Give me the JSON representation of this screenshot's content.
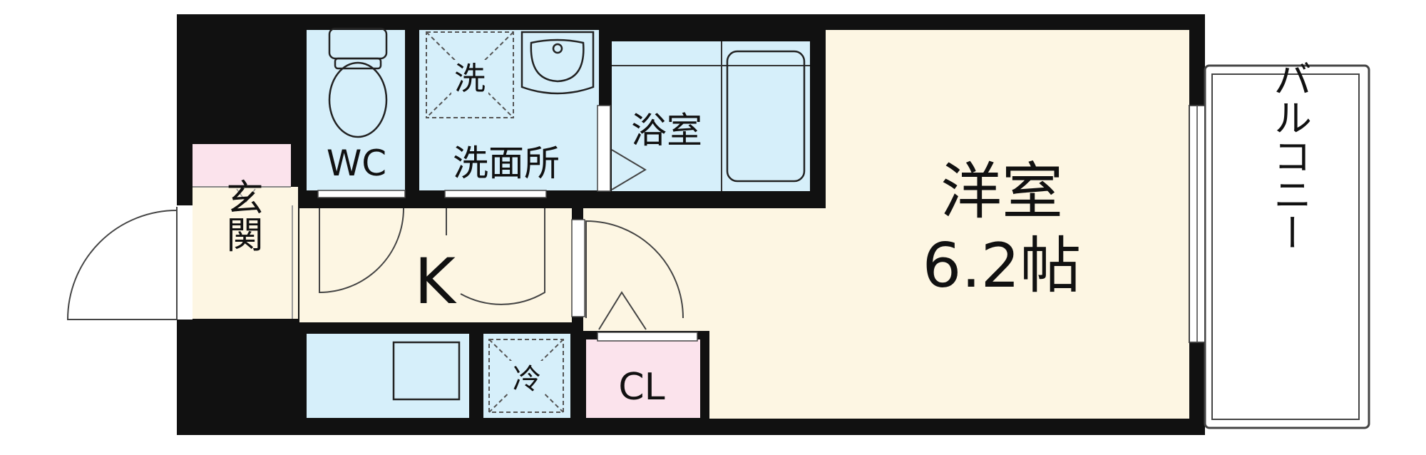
{
  "colors": {
    "wall": "#111111",
    "wet_area": "#d6effa",
    "floor": "#fdf6e3",
    "closet": "#fbe3ec",
    "entry_strip": "#fbe3ec",
    "outline": "#444444",
    "balcony_fill": "#ffffff"
  },
  "rooms": {
    "western": {
      "name": "洋室",
      "size": "6.2帖"
    },
    "kitchen": {
      "name": "K"
    },
    "entrance": {
      "name": "玄関"
    },
    "wc": {
      "name": "WC"
    },
    "washroom": {
      "name": "洗面所"
    },
    "bath": {
      "name": "浴室"
    },
    "closet": {
      "name": "CL"
    },
    "balcony": {
      "name": "バルコニー"
    }
  },
  "fixtures": {
    "washer": "洗",
    "fridge": "冷"
  },
  "icons": [
    "toilet-icon",
    "sink-icon",
    "bathtub-icon",
    "stove-icon",
    "door-swing-icon"
  ]
}
